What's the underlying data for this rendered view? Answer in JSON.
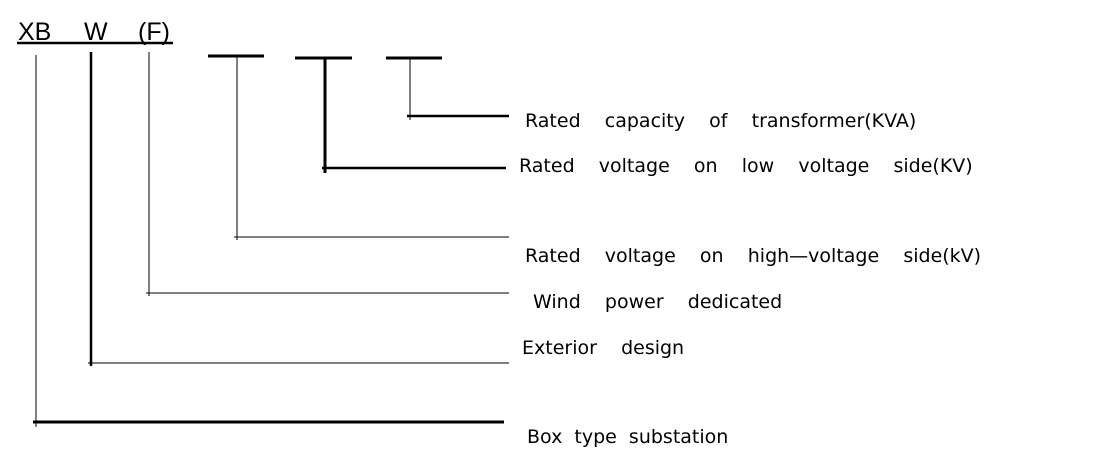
{
  "code": {
    "part1": "XB",
    "part2": "W",
    "part3": "(F)"
  },
  "labels": {
    "rated_capacity": "Rated    capacity    of    transformer(KVA)",
    "rated_voltage_low": "Rated    voltage    on    low    voltage    side(KV)",
    "rated_voltage_high": "Rated    voltage    on    high—voltage    side(kV)",
    "wind_power": "Wind    power    dedicated",
    "exterior_design": "Exterior    design",
    "box_type": "Box  type  substation"
  }
}
